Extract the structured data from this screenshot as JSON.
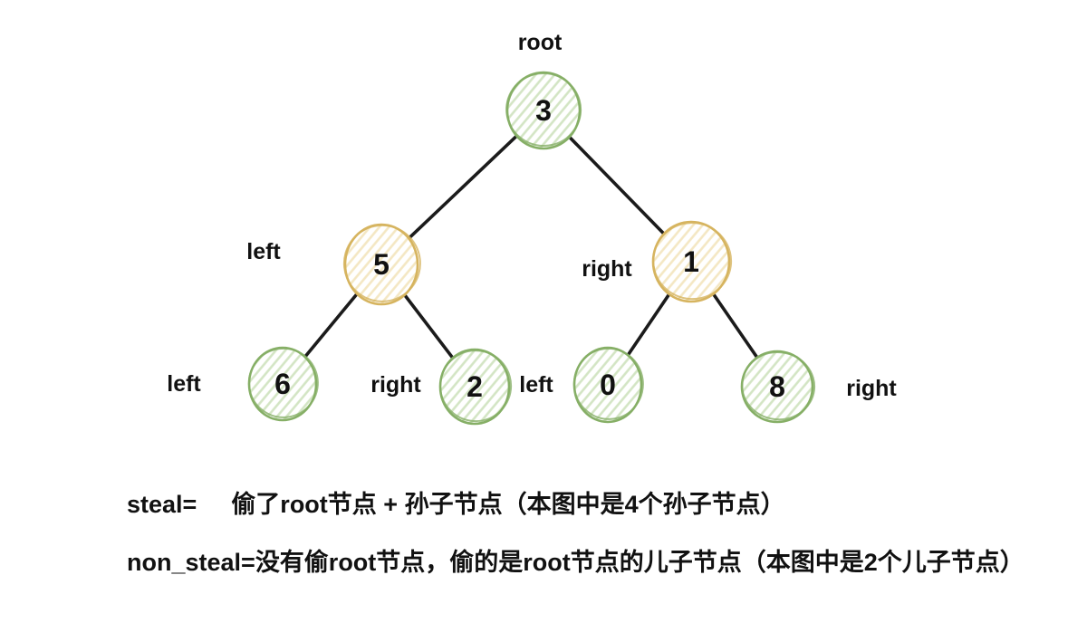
{
  "diagram": {
    "type": "binary-tree",
    "nodes": [
      {
        "id": "root",
        "value": "3",
        "position_label": "root",
        "color_role": "green"
      },
      {
        "id": "left",
        "value": "5",
        "position_label": "left",
        "color_role": "yellow"
      },
      {
        "id": "right",
        "value": "1",
        "position_label": "right",
        "color_role": "yellow"
      },
      {
        "id": "left-left",
        "value": "6",
        "position_label": "left",
        "color_role": "green"
      },
      {
        "id": "left-right",
        "value": "2",
        "position_label": "right",
        "color_role": "green"
      },
      {
        "id": "right-left",
        "value": "0",
        "position_label": "left",
        "color_role": "green"
      },
      {
        "id": "right-right",
        "value": "8",
        "position_label": "right",
        "color_role": "green"
      }
    ],
    "edges": [
      [
        "root",
        "left"
      ],
      [
        "root",
        "right"
      ],
      [
        "left",
        "left-left"
      ],
      [
        "left",
        "left-right"
      ],
      [
        "right",
        "right-left"
      ],
      [
        "right",
        "right-right"
      ]
    ]
  },
  "notes": {
    "line1_key": "steal=",
    "line1_value": "偷了root节点 + 孙子节点（本图中是4个孙子节点）",
    "line2_key": "non_steal=",
    "line2_value": "没有偷root节点，偷的是root节点的儿子节点（本图中是2个儿子节点）"
  },
  "colors": {
    "green_stroke": "#86af66",
    "green_hatch": "#d3e5c4",
    "yellow_stroke": "#d6b45f",
    "yellow_hatch": "#f4e7c3",
    "edge": "#1b1b1b",
    "text": "#111111"
  }
}
